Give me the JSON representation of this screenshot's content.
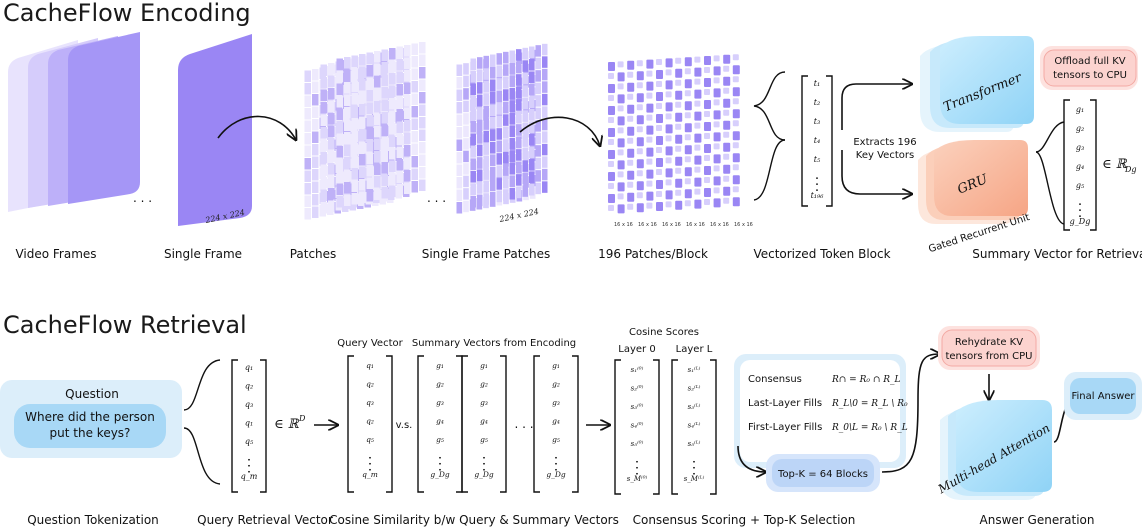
{
  "titles": {
    "encoding": "CacheFlow Encoding",
    "retrieval": "CacheFlow Retrieval"
  },
  "encoding": {
    "captions": {
      "video_frames": "Video Frames",
      "single_frame": "Single Frame",
      "patches": "Patches",
      "single_frame_patches": "Single Frame Patches",
      "patches_block": "196 Patches/Block",
      "token_block": "Vectorized Token Block",
      "summary_vector": "Summary Vector for Retrieval"
    },
    "dim_label": "224 x 224",
    "ellipsis": ". . .",
    "token_vector": [
      "t₁",
      "t₂",
      "t₃",
      "t₄",
      "t₅",
      "t₁₉₆"
    ],
    "patch_axis_labels": [
      "16 x 16",
      "16 x 16",
      "16 x 16",
      "16 x 16",
      "16 x 16",
      "16 x 16"
    ],
    "extracts": [
      "Extracts 196",
      "Key Vectors"
    ],
    "transformer": "Transformer",
    "gru": "GRU",
    "gru_sub": "Gated Recurrent Unit",
    "offload": [
      "Offload full KV",
      "tensors to CPU"
    ],
    "summary_vector": [
      "g₁",
      "g₂",
      "g₃",
      "g₄",
      "g₅",
      "g_Dg"
    ],
    "summary_space": "∈ ℝ",
    "summary_space_sub": "Dg"
  },
  "retrieval": {
    "captions": {
      "question_tokenization": "Question Tokenization",
      "query_retrieval": "Query Retrieval Vector",
      "cosine_similarity": "Cosine Similarity b/w Query & Summary Vectors",
      "consensus_scoring": "Consensus Scoring + Top-K Selection",
      "answer_generation": "Answer Generation"
    },
    "question_label": "Question",
    "question_text": [
      "Where did the person",
      "put the keys?"
    ],
    "query_vector": [
      "q₁",
      "q₂",
      "q₃",
      "q₁",
      "q₅",
      "q_m"
    ],
    "query_space": "∈ ℝ",
    "query_space_sup": "D",
    "query_vector_label": "Query Vector",
    "vs": "v.s.",
    "summary_label": "Summary Vectors from Encoding",
    "summary_cols": [
      [
        "q₁",
        "q₂",
        "q₃",
        "q₂",
        "q₅",
        "q_m"
      ],
      [
        "g₁",
        "g₂",
        "g₃",
        "g₄",
        "g₅",
        "g_Dg"
      ],
      [
        "g₁",
        "g₂",
        "g₃",
        "g₄",
        "g₅",
        "g_Dg"
      ],
      [
        "g₁",
        "g₂",
        "g₃",
        "g₄",
        "g₅",
        "g_Dg"
      ]
    ],
    "cosine_scores": "Cosine Scores",
    "layer0": "Layer 0",
    "layerL": "Layer L",
    "layer0_scores": [
      "s₁⁽⁰⁾",
      "s₂⁽⁰⁾",
      "s₃⁽⁰⁾",
      "s₄⁽⁰⁾",
      "s₅⁽⁰⁾",
      "s_M⁽⁰⁾"
    ],
    "layerL_scores": [
      "s₁⁽ᴸ⁾",
      "s₂⁽ᴸ⁾",
      "s₃⁽ᴸ⁾",
      "s₄⁽ᴸ⁾",
      "s₅⁽ᴸ⁾",
      "s_M⁽ᴸ⁾"
    ],
    "rules": [
      {
        "name": "Consensus",
        "formula": "R∩ = R₀ ∩ R_L"
      },
      {
        "name": "Last-Layer Fills",
        "formula": "R_L\\0 = R_L \\ R₀"
      },
      {
        "name": "First-Layer Fills",
        "formula": "R_0\\L = R₀ \\ R_L"
      }
    ],
    "topk": "Top-K = 64 Blocks",
    "rehydrate": [
      "Rehydrate KV",
      "tensors from CPU"
    ],
    "mha": "Multi-head Attention",
    "final_answer": "Final Answer"
  },
  "colors": {
    "purple_dark": "#9a86f4",
    "purple_light": "#d7cffc",
    "blue": "#a8ddf8",
    "blue_light": "#dceefa",
    "salmon": "#f8b59a",
    "pink_box": "#fcd3cf",
    "pink_border": "#f3aaa4"
  }
}
